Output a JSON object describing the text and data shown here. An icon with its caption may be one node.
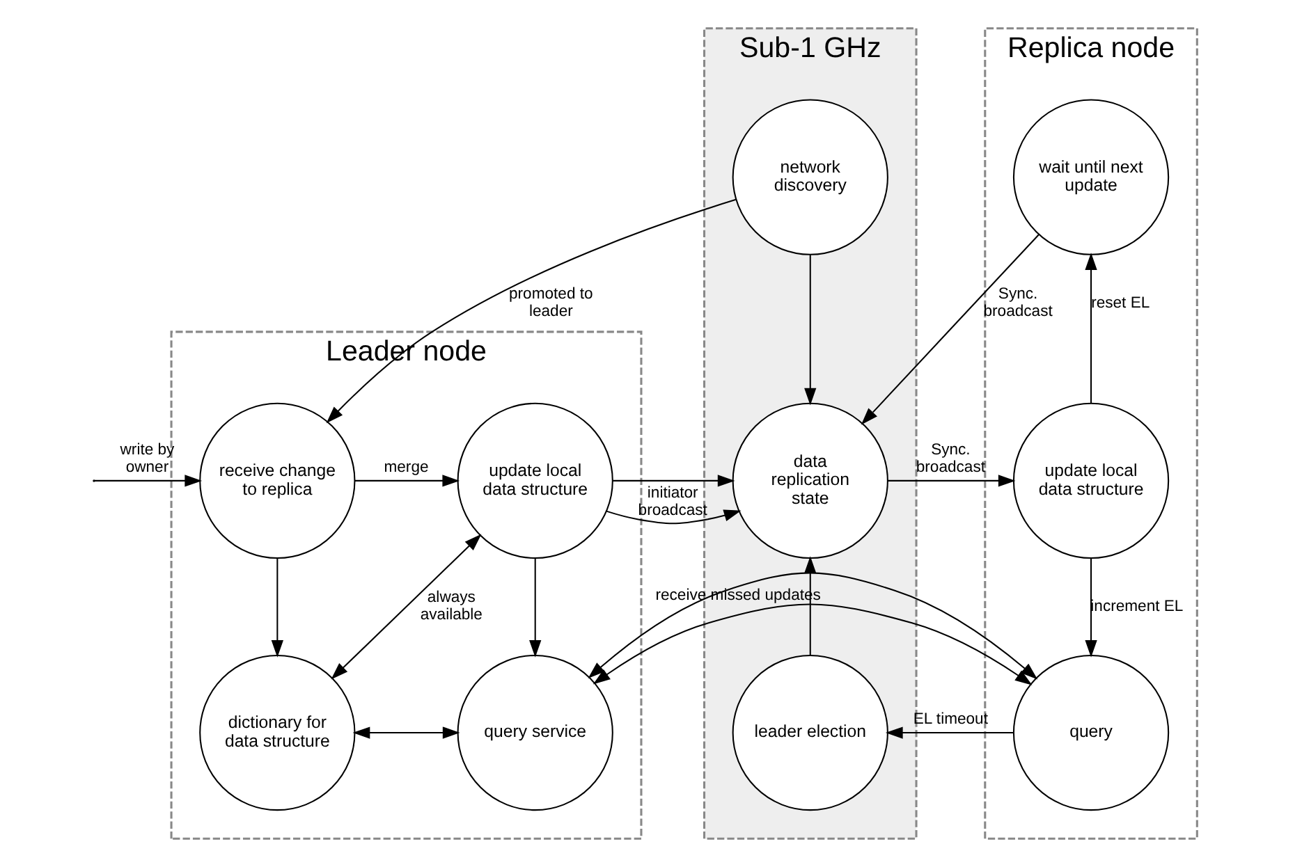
{
  "diagram": {
    "nodes": [
      {
        "text": [
          "Leader node"
        ]
      },
      {
        "text": [
          "receive change to replica"
        ],
        "in": 0
      },
      {
        "text": [
          "update local data structure"
        ],
        "in": 0
      },
      {
        "text": [
          "dictionary for data structure"
        ],
        "in": 0
      },
      {
        "text": [
          "query service"
        ],
        "in": 0
      },
      {
        "text": [
          "Sub-1 GHz"
        ]
      },
      {
        "text": [
          "network discovery"
        ],
        "in": 5
      },
      {
        "text": [
          "data replication state"
        ],
        "in": 5
      },
      {
        "text": [
          "leader election"
        ],
        "in": 5
      },
      {
        "text": [
          "Replica node"
        ]
      },
      {
        "text": [
          "wait until next update"
        ],
        "in": 9
      },
      {
        "text": [
          "update local data structure"
        ],
        "in": 9
      },
      {
        "text": [
          "query"
        ],
        "in": 9
      }
    ],
    "edges": [
      {
        "from": 6,
        "to": 1,
        "arrow": "to",
        "label": "promoted to leader"
      },
      {
        "from": 10,
        "to": 7,
        "arrow": "to",
        "label": "Sync. broadcast"
      },
      {
        "from": 6,
        "to": 7,
        "arrow": "to"
      },
      {
        "from": null,
        "to": 1,
        "arrow": "to",
        "label": "write by owner"
      },
      {
        "from": 1,
        "to": 2,
        "arrow": "to",
        "label": "merge"
      },
      {
        "from": 2,
        "to": 7,
        "arrow": "to",
        "label": "initiator broadcast"
      },
      {
        "from": 7,
        "to": 11,
        "arrow": "to",
        "label": "Sync. broadcast"
      },
      {
        "from": 11,
        "to": 10,
        "arrow": "to",
        "label": "reset EL"
      },
      {
        "from": 11,
        "to": 12,
        "arrow": "to",
        "label": "increment EL"
      },
      {
        "from": 12,
        "to": 8,
        "arrow": "to",
        "label": "EL timeout"
      },
      {
        "from": 8,
        "to": 7,
        "arrow": "to"
      },
      {
        "from": 1,
        "to": 3,
        "arrow": "to"
      },
      {
        "from": 2,
        "to": 3,
        "arrow": "both",
        "label": "always available"
      },
      {
        "from": 2,
        "to": 4,
        "arrow": "to"
      },
      {
        "from": 3,
        "to": 4,
        "arrow": "both"
      },
      {
        "from": 4,
        "to": 12,
        "arrow": "both",
        "label": "receive missed updates"
      }
    ]
  }
}
